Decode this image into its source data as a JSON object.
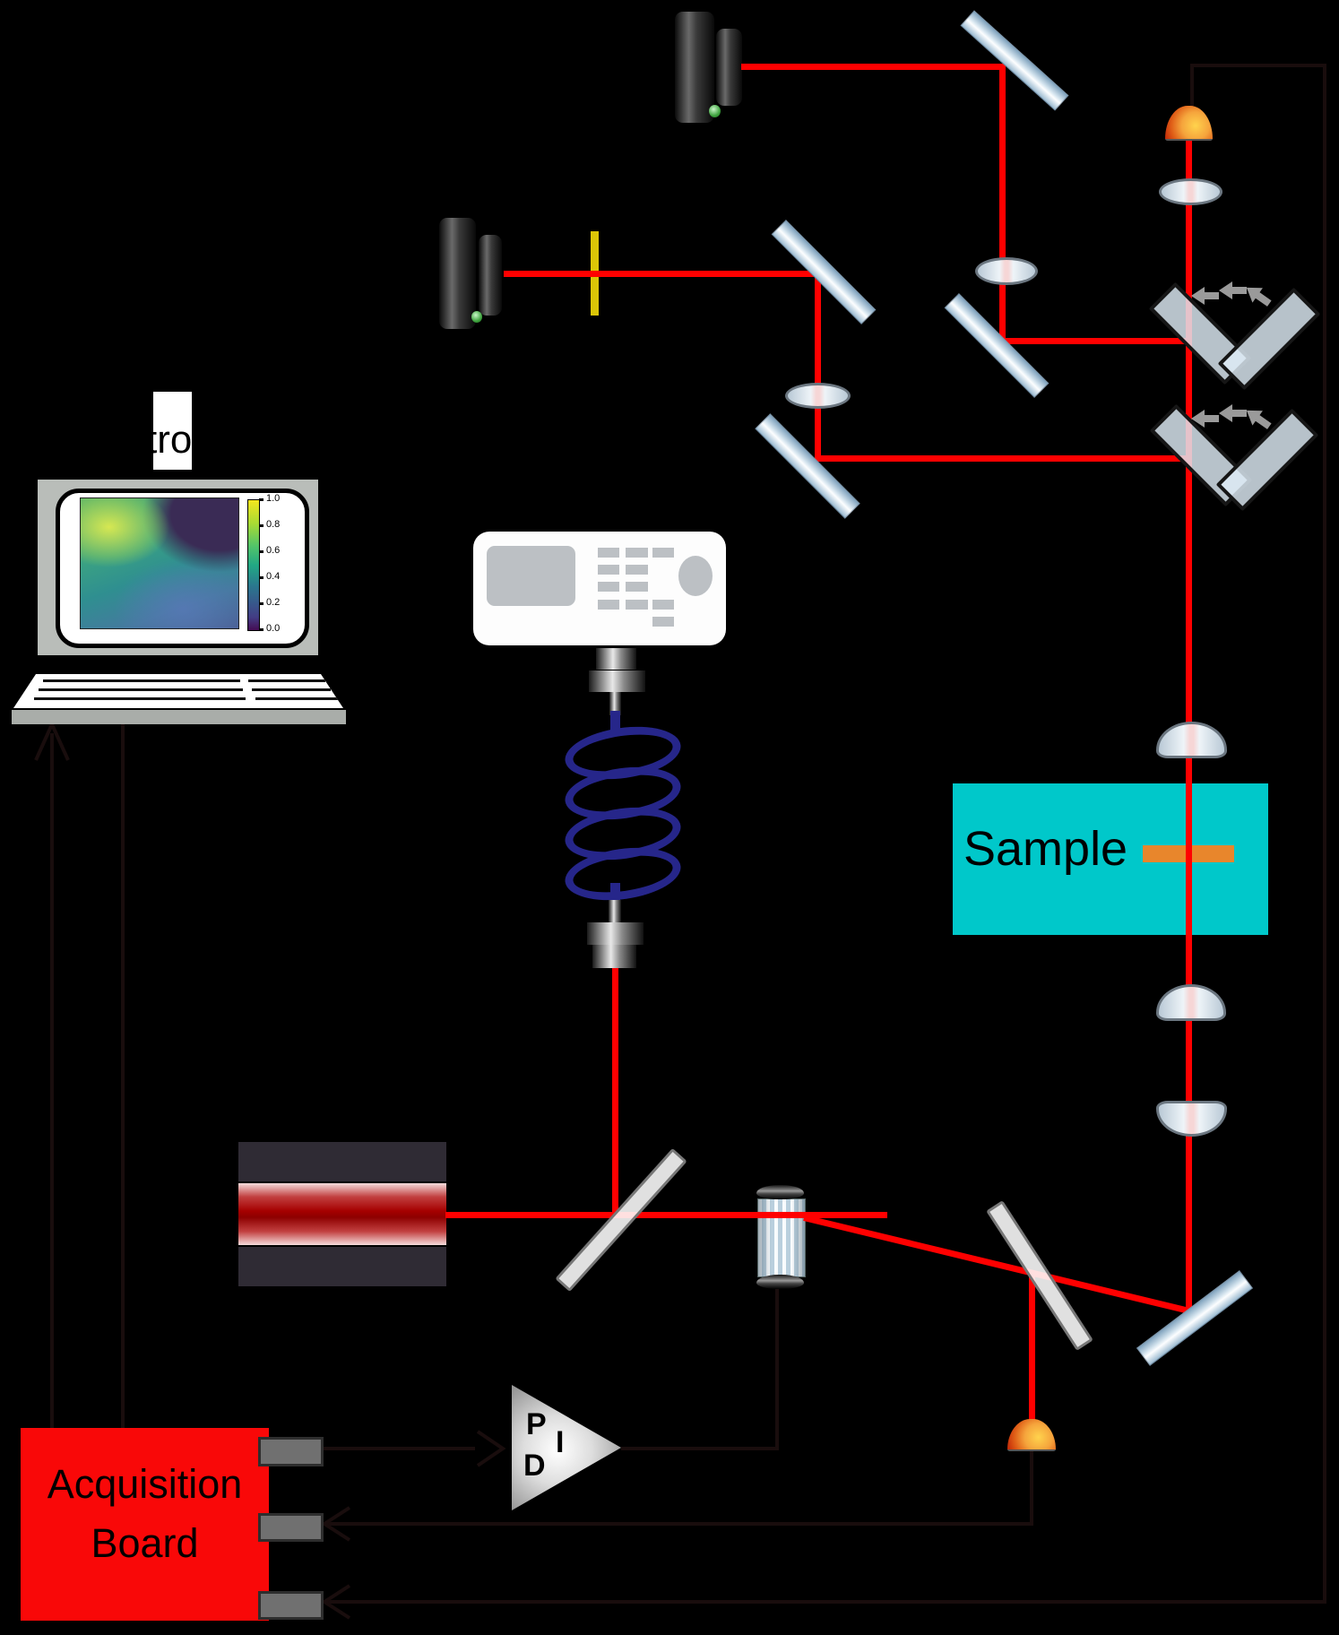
{
  "title": "Pump-probe photothermal microscopy setup (schematic)",
  "colors": {
    "beam-red": "#FF0000",
    "wire-dark": "#190D0D",
    "arrow-gray": "#9A9A9A",
    "retro-border": "#161616",
    "sample-cyan": "#00C8CA",
    "sample-orange": "#E8862C",
    "board-red": "#F90808",
    "tab-gray": "#707070",
    "coil-blue": "#26268A",
    "filter-yellow": "#DCC607",
    "laser-dark": "#2F2B34",
    "laptop-gray": "#B9BDB9",
    "fg-panel": "#BCC0C4",
    "dome-orange": "#F5A43C",
    "led-green": "#3FA33F"
  },
  "labels": {
    "partial": "tro",
    "sample": "Sample",
    "board_line1": "Acquisition",
    "board_line2": "Board",
    "pid_p": "P",
    "pid_i": "I",
    "pid_d": "D"
  },
  "laptop": {
    "colorbar": {
      "ticks": [
        "1.0",
        "0.8",
        "0.6",
        "0.4",
        "0.2",
        "0.0"
      ]
    }
  },
  "icons": {
    "mirror": "light-blue angled slab",
    "beamsplitter": "white angled slab",
    "retroreflector": "V-shaped mirror pair with motion arrows",
    "delay-arrow": "gray left-pointing arrow",
    "photodiode": "orange dome",
    "detector": "dark camera barrel with green LED",
    "lens": "biconvex glass ellipse",
    "laser-beam": "red line",
    "signal-wire": "thin dark line"
  }
}
